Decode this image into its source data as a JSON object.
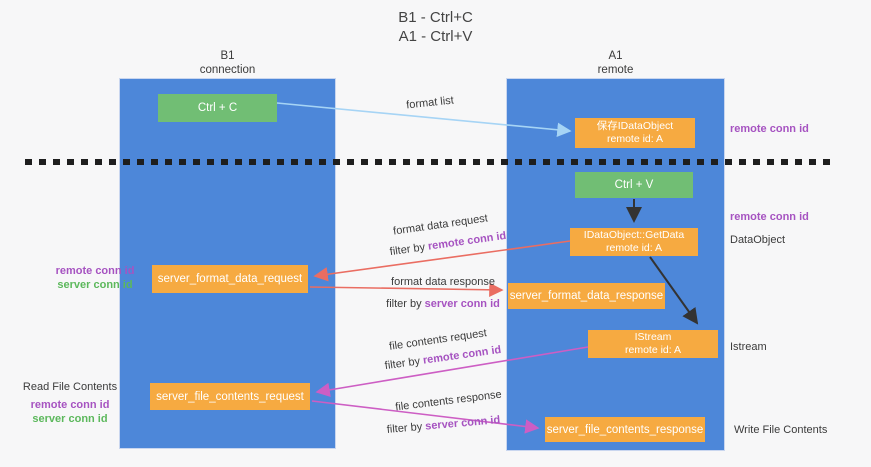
{
  "title": {
    "line1": "B1 - Ctrl+C",
    "line2": "A1 - Ctrl+V"
  },
  "lanes": {
    "left": {
      "title": "B1",
      "subtitle": "connection"
    },
    "right": {
      "title": "A1",
      "subtitle": "remote"
    }
  },
  "boxes": {
    "ctrl_c": {
      "label": "Ctrl + C"
    },
    "ctrl_v": {
      "label": "Ctrl + V"
    },
    "save_dataobject": {
      "line1": "保存IDataObject",
      "line2": "remote id: A"
    },
    "getdata": {
      "line1": "IDataObject::GetData",
      "line2": "remote id: A"
    },
    "istream": {
      "line1": "IStream",
      "line2": "remote id: A"
    },
    "format_request": {
      "label": "server_format_data_request"
    },
    "format_response": {
      "label": "server_format_data_response"
    },
    "file_request": {
      "label": "server_file_contents_request"
    },
    "file_response": {
      "label": "server_file_contents_response"
    }
  },
  "annotations": {
    "remote_conn_id_top": "remote conn id",
    "remote_conn_id_mid": "remote conn id",
    "dataobject": "DataObject",
    "istream": "Istream",
    "write_file_contents": "Write File Contents",
    "read_file_contents": "Read File Contents",
    "format_left": {
      "remote": "remote conn id",
      "server": "server conn id"
    },
    "file_left": {
      "remote": "remote conn id",
      "server": "server conn id"
    }
  },
  "arrows": {
    "format_list": {
      "label": "format list"
    },
    "format_request": {
      "label": "format data request",
      "filter_prefix": "filter by ",
      "filter_key": "remote conn id"
    },
    "format_response": {
      "label": "format data response",
      "filter_prefix": "filter by ",
      "filter_key": "server conn id"
    },
    "file_request": {
      "label": "file contents request",
      "filter_prefix": "filter by ",
      "filter_key": "remote conn id"
    },
    "file_response": {
      "label": "file contents response",
      "filter_prefix": "filter by ",
      "filter_key": "server conn id"
    }
  },
  "colors": {
    "lane_blue": "#4d87d9",
    "green_box": "#71be74",
    "orange_box": "#f6aa41",
    "purple_text": "#a653c1",
    "green_text": "#5cb85c",
    "red_arrow": "#ea6d62",
    "magenta_arrow": "#cd5ec4",
    "light_blue_arrow": "#a6d4f5",
    "black_arrow": "#333333",
    "background": "#f7f7f8"
  }
}
